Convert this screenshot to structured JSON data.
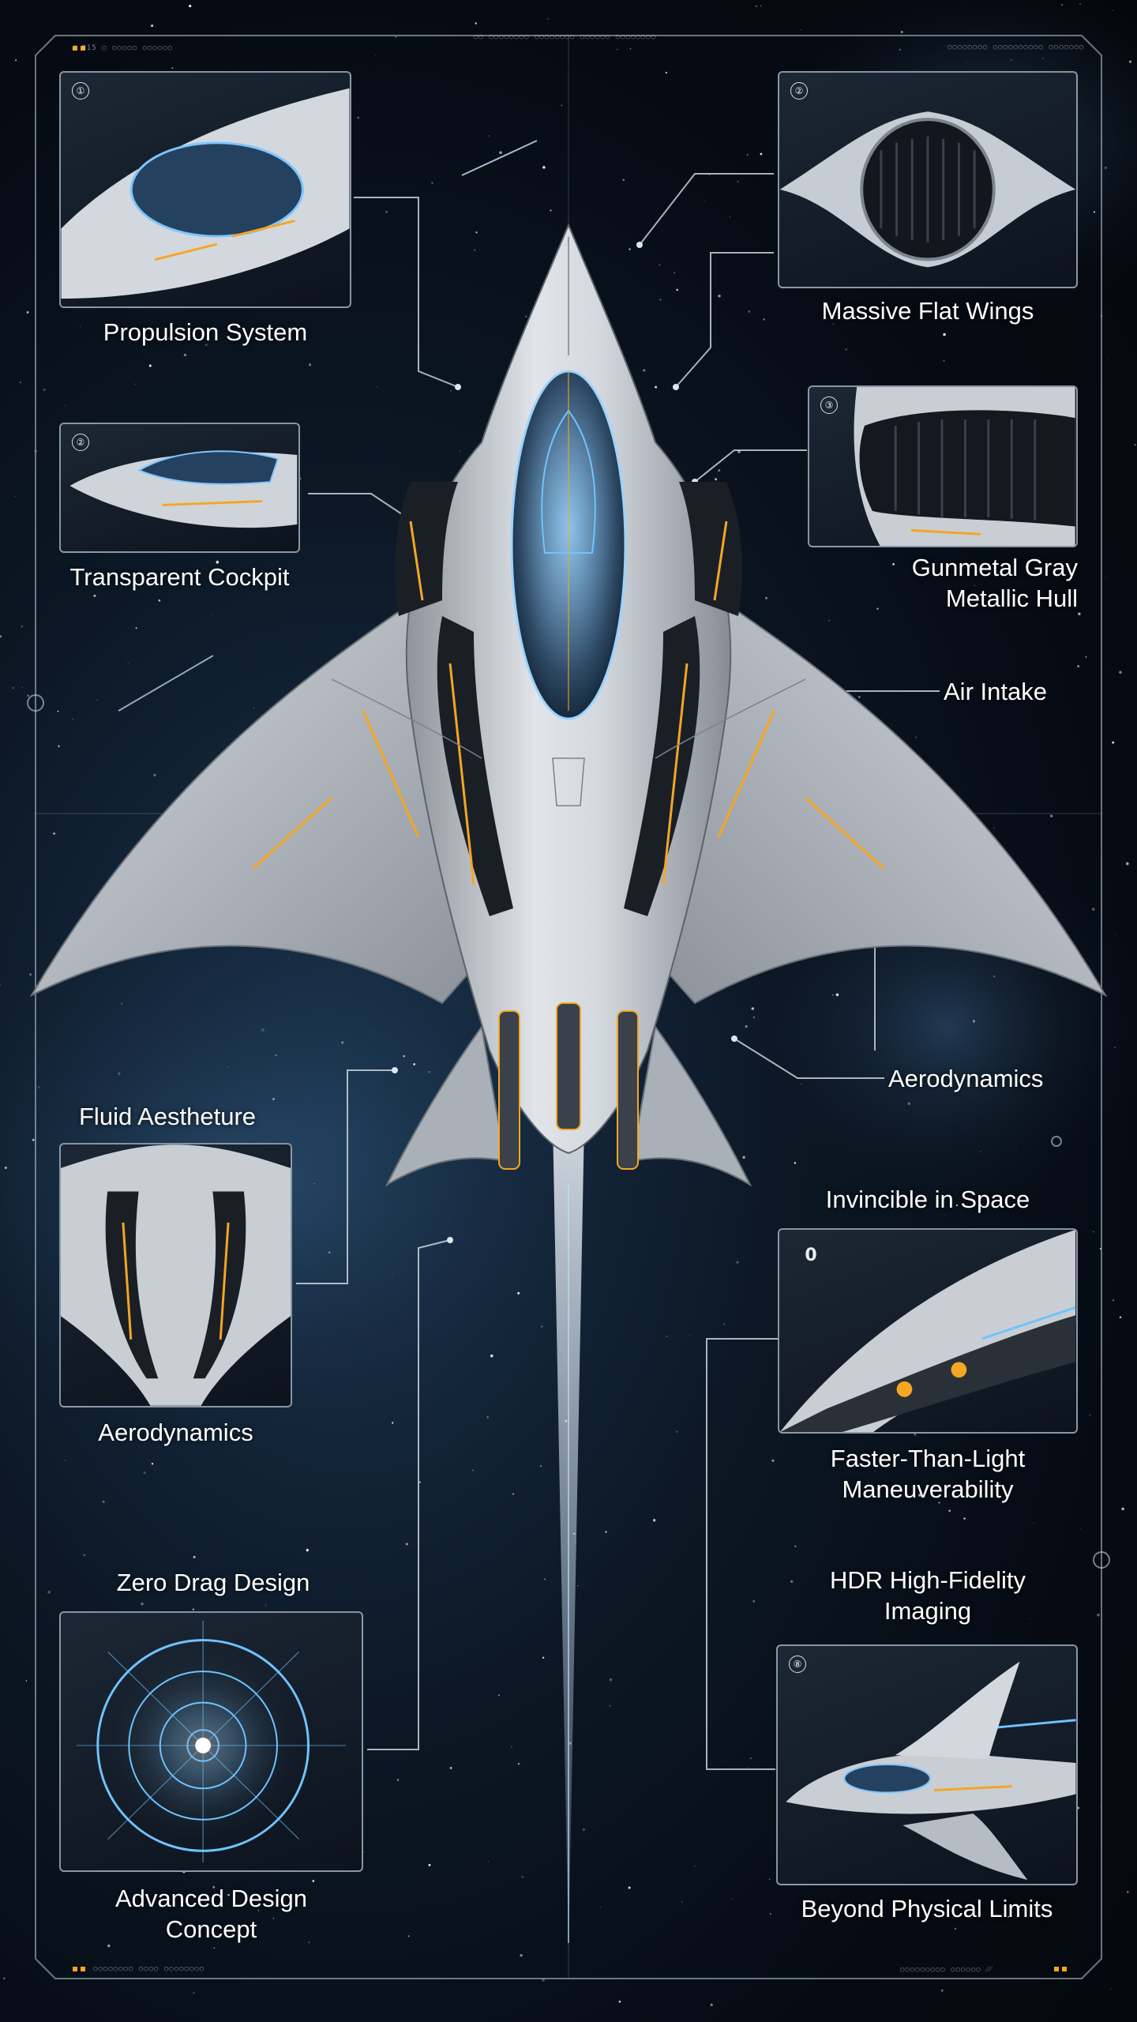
{
  "header": {
    "top_left_code": "⁄⁄ 815 ○ ○○○○○ ○○○○○○",
    "top_center_code": "○○ ○○○○○○○○ ○○○○○○○○ ○○○○○○ ○○○○○○○○",
    "top_right_code": "○○○○○○○○ ○○○○○○○○○○ ○○○○○○○"
  },
  "footer": {
    "bottom_left_code": "○○○○○○○○ ○○○○ ○○○○○○○○",
    "bottom_right_code": "○○○○○○○○○ ○○○○○○ ⁄⁄⁄"
  },
  "panels": [
    {
      "id": "p1",
      "number": "①",
      "caption": "Propulsion System"
    },
    {
      "id": "p2",
      "number": "②",
      "caption": "Massive Flat Wings"
    },
    {
      "id": "p3",
      "number": "③",
      "caption": "Gunmetal Gray Metallic Hull"
    },
    {
      "id": "p4",
      "number": "②",
      "caption": "Transparent Cockpit"
    },
    {
      "id": "p5",
      "number": "",
      "caption": "Aerodynamics"
    },
    {
      "id": "p6",
      "number": "0",
      "caption": "Faster-Than-Light Maneuverability"
    },
    {
      "id": "p7",
      "number": "",
      "caption": "Advanced Design Concept"
    },
    {
      "id": "p8",
      "number": "⑧",
      "caption": "Beyond Physical Limits"
    }
  ],
  "labels": {
    "propulsion": "Propulsion System",
    "massive_wings": "Massive Flat Wings",
    "gunmetal_1": "Gunmetal Gray",
    "gunmetal_2": "Metallic Hull",
    "cockpit": "Transparent Cockpit",
    "air_intake": "Air Intake",
    "aero_right": "Aerodynamics",
    "fluid": "Fluid Aestheture",
    "aero_left": "Aerodynamics",
    "invincible": "Invincible in Space",
    "ftl_1": "Faster-Than-Light",
    "ftl_2": "Maneuverability",
    "zero_drag": "Zero Drag Design",
    "hdr_1": "HDR High-Fidelity",
    "hdr_2": "Imaging",
    "advanced_1": "Advanced Design",
    "advanced_2": "Concept",
    "beyond": "Beyond Physical Limits"
  },
  "colors": {
    "hull": "#c9ced4",
    "accent_orange": "#f5a623",
    "glow_blue": "#6fc3ff",
    "background": "#060b13"
  },
  "icons": [
    "starfield",
    "spaceship-illustration",
    "ftl-reticle-icon"
  ]
}
